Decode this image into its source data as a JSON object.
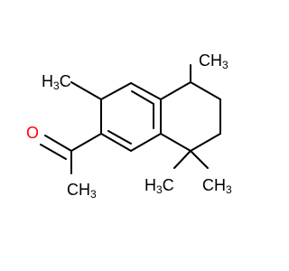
{
  "molecule": {
    "labels": {
      "ch3_ring_top_left": {
        "main": "H",
        "sub": "3",
        "tail": "C"
      },
      "ch3_top_right": {
        "main": "CH",
        "sub": "3"
      },
      "oxygen": {
        "main": "O"
      },
      "ch3_acetyl": {
        "main": "CH",
        "sub": "3"
      },
      "ch3_gem_left": {
        "main": "H",
        "sub": "3",
        "tail": "C"
      },
      "ch3_gem_right": {
        "main": "CH",
        "sub": "3"
      }
    },
    "colors": {
      "bond": "#000000",
      "oxygen": "#ff0000",
      "text": "#000000"
    }
  }
}
